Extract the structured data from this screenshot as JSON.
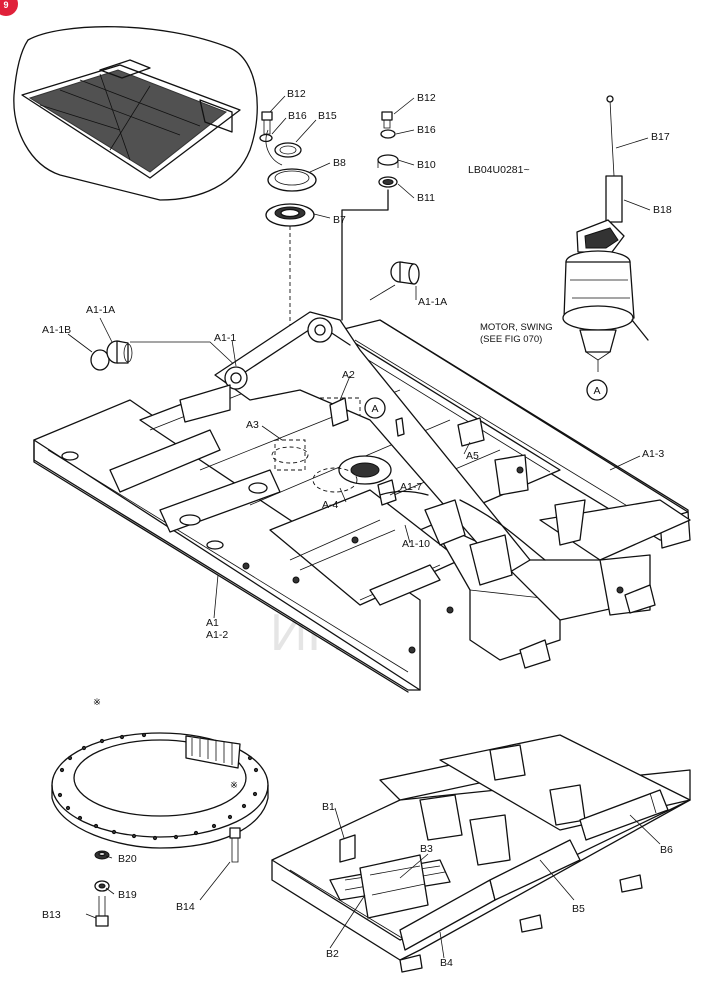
{
  "page_badge": "9",
  "serial_note": "LB04U0281~",
  "motor_note": {
    "line1": "MOTOR, SWING",
    "line2": "(SEE FIG 070)"
  },
  "callout_marker": "A",
  "ring_mark": "※",
  "parts": {
    "A1": "A1",
    "A1_1": "A1-1",
    "A1_1A_left": "A1-1A",
    "A1_1A_right": "A1-1A",
    "A1_1B": "A1-1B",
    "A1_2": "A1-2",
    "A1_3": "A1-3",
    "A1_7": "A1-7",
    "A1_10": "A1-10",
    "A2": "A2",
    "A3": "A3",
    "A4": "A-4",
    "A5": "A5",
    "B1": "B1",
    "B2": "B2",
    "B3": "B3",
    "B4": "B4",
    "B5": "B5",
    "B6": "B6",
    "B7": "B7",
    "B8": "B8",
    "B10": "B10",
    "B11": "B11",
    "B12_left": "B12",
    "B12_right": "B12",
    "B13": "B13",
    "B14": "B14",
    "B15": "B15",
    "B16_left": "B16",
    "B16_right": "B16",
    "B17": "B17",
    "B18": "B18",
    "B19": "B19",
    "B20": "B20"
  },
  "watermark": "ИНТЕ",
  "colors": {
    "badge": "#e0213a",
    "watermark": "#e63a3a",
    "line": "#111111"
  }
}
